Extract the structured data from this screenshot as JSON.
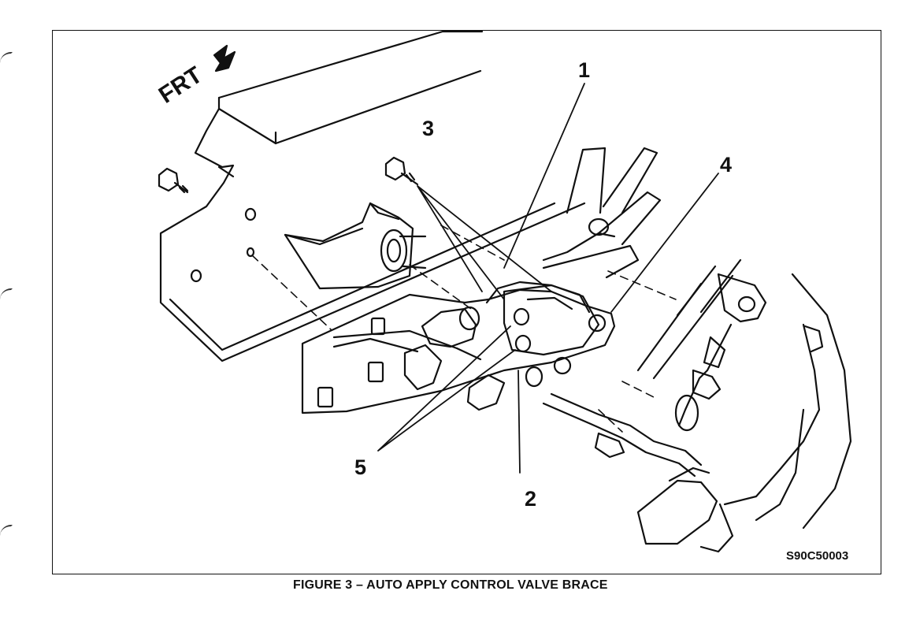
{
  "figure": {
    "direction_label": "FRT",
    "callouts": {
      "c1": "1",
      "c2": "2",
      "c3": "3",
      "c4": "4",
      "c5": "5"
    },
    "code": "S90C50003",
    "caption": "FIGURE 3 – AUTO APPLY CONTROL VALVE BRACE"
  }
}
